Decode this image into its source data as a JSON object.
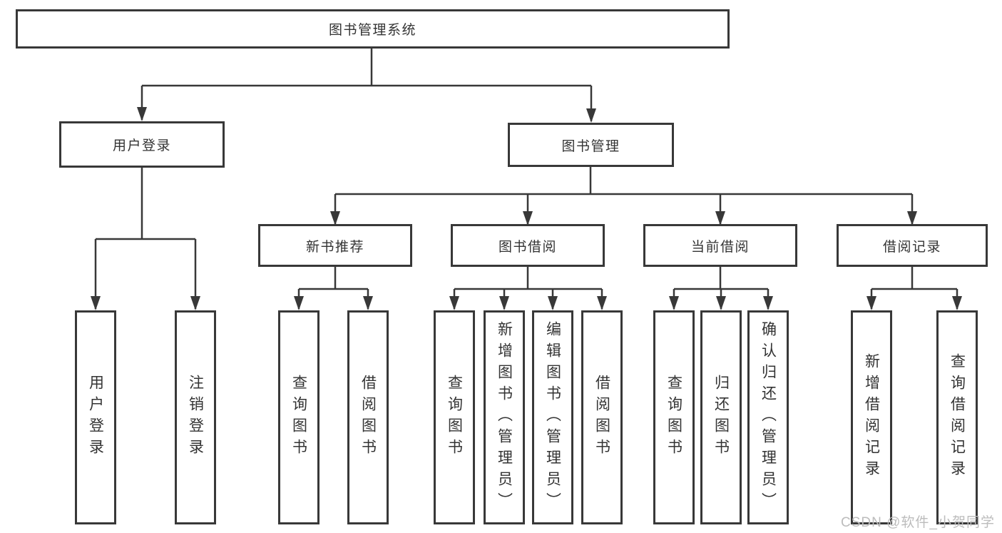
{
  "tree": {
    "root": "图书管理系统",
    "branches": [
      {
        "label": "用户登录",
        "leaves": [
          "用户登录",
          "注销登录"
        ]
      },
      {
        "label": "图书管理",
        "branches": [
          {
            "label": "新书推荐",
            "leaves": [
              "查询图书",
              "借阅图书"
            ]
          },
          {
            "label": "图书借阅",
            "leaves": [
              "查询图书",
              "新增图书（管理员）",
              "编辑图书（管理员）",
              "借阅图书"
            ]
          },
          {
            "label": "当前借阅",
            "leaves": [
              "查询图书",
              "归还图书",
              "确认归还（管理员）"
            ]
          },
          {
            "label": "借阅记录",
            "leaves": [
              "新增借阅记录",
              "查询借阅记录"
            ]
          }
        ]
      }
    ]
  },
  "watermark": "CSDN @软件_小贺同学",
  "colors": {
    "line": "#383838",
    "box_border": "#383838",
    "text": "#333333",
    "watermark": "#bcbcbc",
    "background": "#ffffff"
  }
}
